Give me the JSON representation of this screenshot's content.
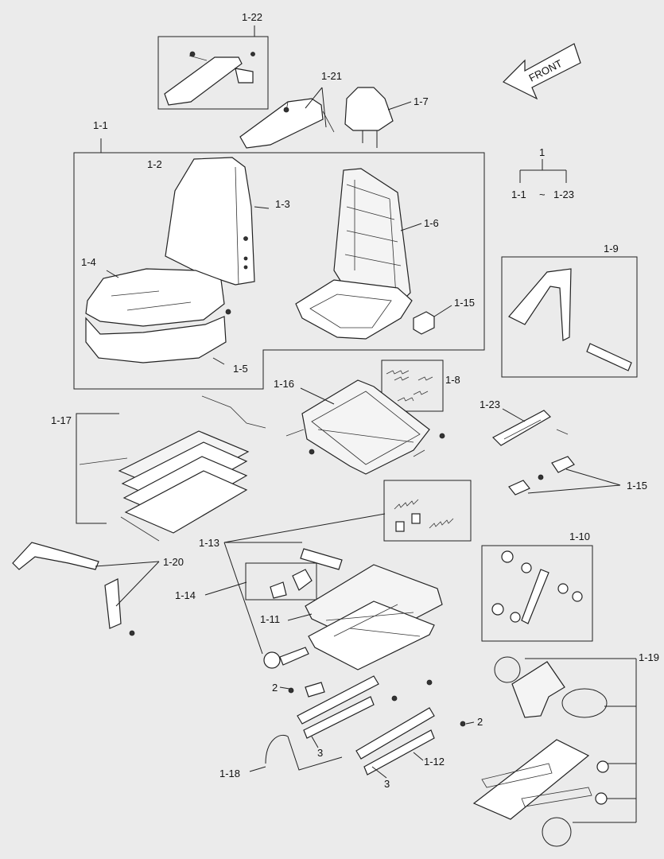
{
  "diagram": {
    "front_label": "FRONT",
    "tree": {
      "root": "1",
      "range_start": "1-1",
      "range_sep": "~",
      "range_end": "1-23"
    },
    "labels": {
      "l_1_22": "1-22",
      "l_1_21": "1-21",
      "l_1_7": "1-7",
      "l_1_1": "1-1",
      "l_1_2": "1-2",
      "l_1_3": "1-3",
      "l_1_4": "1-4",
      "l_1_5": "1-5",
      "l_1_6": "1-6",
      "l_1_15a": "1-15",
      "l_1_9": "1-9",
      "l_1_16": "1-16",
      "l_1_8": "1-8",
      "l_1_23": "1-23",
      "l_1_17": "1-17",
      "l_1_15b": "1-15",
      "l_1_10": "1-10",
      "l_1_13": "1-13",
      "l_1_20": "1-20",
      "l_1_14": "1-14",
      "l_1_11": "1-11",
      "l_1_19": "1-19",
      "l_2a": "2",
      "l_2b": "2",
      "l_3a": "3",
      "l_3b": "3",
      "l_1_12": "1-12",
      "l_1_18": "1-18"
    }
  }
}
